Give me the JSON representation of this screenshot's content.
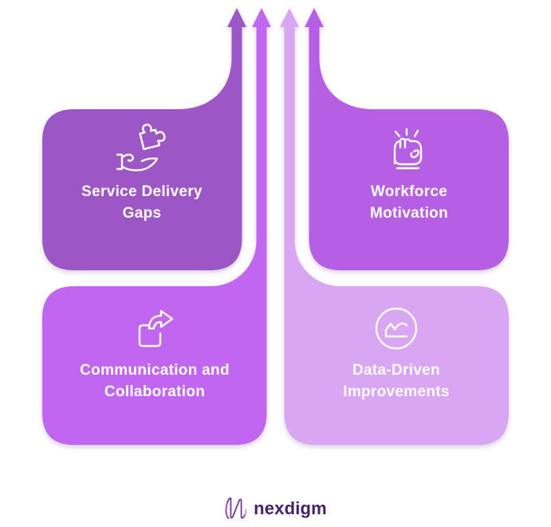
{
  "boxes": {
    "top_left": {
      "line1": "Service Delivery",
      "line2": "Gaps",
      "color": "#9D56C6",
      "icon": "hand-puzzle-icon"
    },
    "top_right": {
      "line1": "Workforce",
      "line2": "Motivation",
      "color": "#B65FE4",
      "icon": "fist-icon"
    },
    "bottom_left": {
      "line1": "Communication and",
      "line2": "Collaboration",
      "color": "#C066F0",
      "icon": "share-arrow-icon"
    },
    "bottom_right": {
      "line1": "Data-Driven",
      "line2": "Improvements",
      "color": "#D8A6F3",
      "icon": "line-chart-icon"
    }
  },
  "style": {
    "label_color": "#ffffff",
    "background": "#ffffff",
    "brand_color": "#45216B"
  },
  "footer": {
    "brand": "nexdigm"
  }
}
